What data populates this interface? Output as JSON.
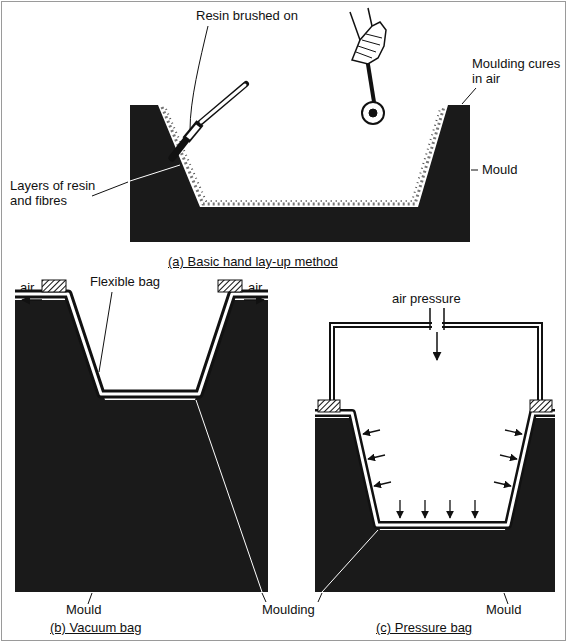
{
  "diagram": {
    "labels": [
      "Resin brushed on",
      "Moulding cures in air",
      "Mould",
      "Layers of resin and fibres",
      "(a) Basic hand lay-up method",
      "Flexible bag",
      "air",
      "air",
      "air pressure",
      "Mould",
      "Moulding",
      "Mould",
      "(b) Vacuum bag",
      "(c) Pressure bag"
    ]
  }
}
